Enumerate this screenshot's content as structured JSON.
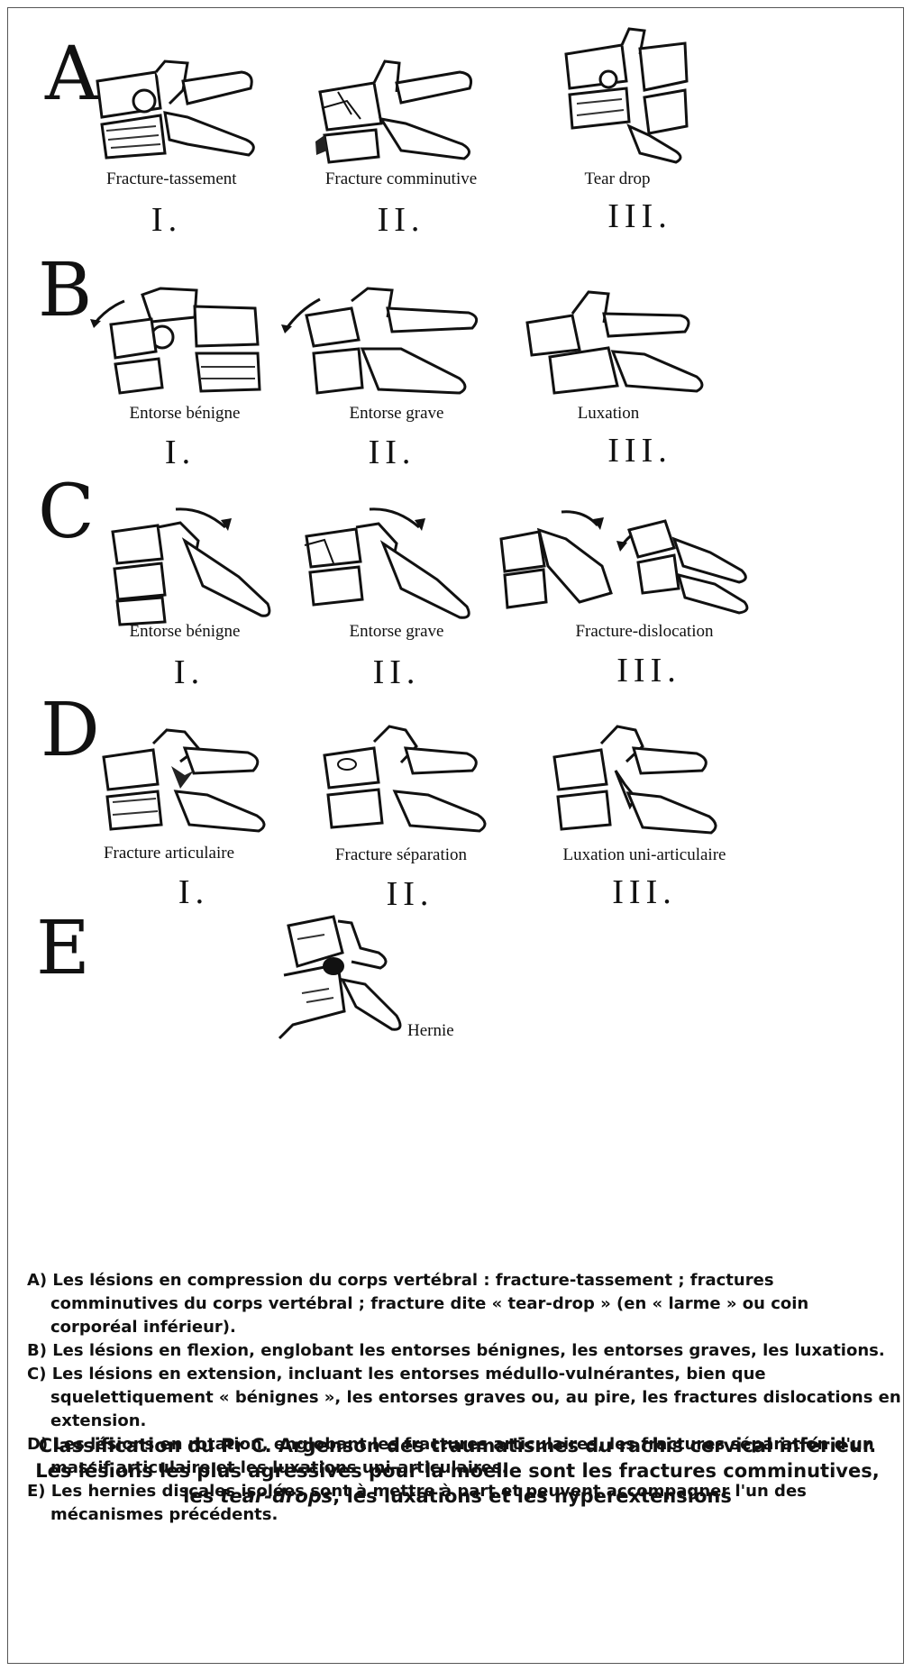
{
  "rows": [
    {
      "letter": "A",
      "items": [
        {
          "label": "Fracture-tassement",
          "numeral": "I."
        },
        {
          "label": "Fracture comminutive",
          "numeral": "II."
        },
        {
          "label": "Tear drop",
          "numeral": "III."
        }
      ]
    },
    {
      "letter": "B",
      "items": [
        {
          "label": "Entorse bénigne",
          "numeral": "I."
        },
        {
          "label": "Entorse grave",
          "numeral": "II."
        },
        {
          "label": "Luxation",
          "numeral": "III."
        }
      ]
    },
    {
      "letter": "C",
      "items": [
        {
          "label": "Entorse bénigne",
          "numeral": "I."
        },
        {
          "label": "Entorse grave",
          "numeral": "II."
        },
        {
          "label": "Fracture-dislocation",
          "numeral": "III."
        }
      ]
    },
    {
      "letter": "D",
      "items": [
        {
          "label": "Fracture articulaire",
          "numeral": "I."
        },
        {
          "label": "Fracture séparation",
          "numeral": "II."
        },
        {
          "label": "Luxation uni-articulaire",
          "numeral": "III."
        }
      ]
    },
    {
      "letter": "E",
      "items": [
        {
          "label": "Hernie"
        }
      ]
    }
  ],
  "legend": [
    "A) Les lésions en compression du corps vertébral : fracture-tassement ; fractures comminutives du corps vertébral ; fracture dite « tear-drop » (en « larme » ou coin corporéal inférieur).",
    "B) Les lésions en flexion, englobant les entorses bénignes, les entorses graves, les luxations.",
    "C) Les lésions en extension, incluant les entorses médullo-vulnérantes, bien que squelettiquement « bénignes », les entorses graves ou, au pire, les fractures dislocations en extension.",
    "D) Les lésions en rotation, englobant les fractures articulaires, les fractures séparation d'un massif articulaire et les luxations uni-articulaires.",
    "E) Les hernies discales isolées sont à mettre à part et peuvent accompagner l'un des mécanismes précédents."
  ],
  "summary": {
    "line1": "Classification du Pr C. Argenson des traumatismes du rachis cervical inférieur.",
    "line2": "Les lésions les plus agressives pour la moelle sont les fractures comminutives,",
    "line3_before": "les ",
    "line3_italic": "tear-drops",
    "line3_after": ", les luxations et les hyperextensions"
  }
}
